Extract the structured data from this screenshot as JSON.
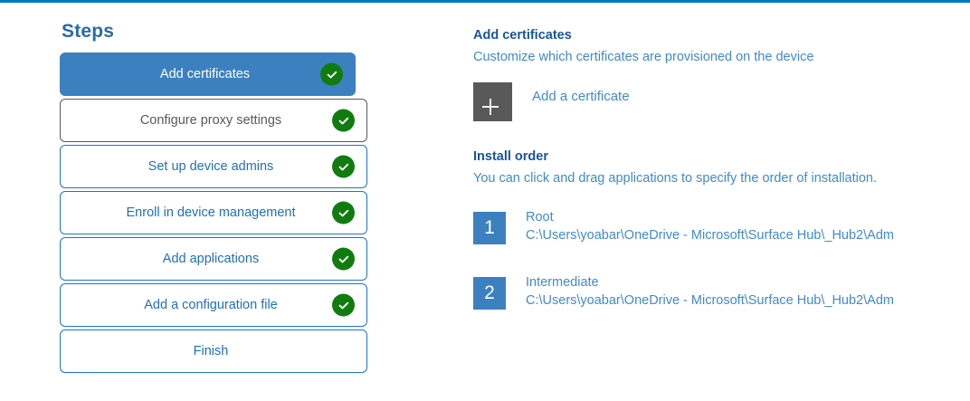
{
  "top_accent_color": "#0078bf",
  "steps": {
    "title": "Steps",
    "items": [
      {
        "label": "Add certificates",
        "state": "active",
        "completed": true,
        "icon": "check-circle-icon"
      },
      {
        "label": "Configure proxy settings",
        "state": "muted",
        "completed": true,
        "icon": "check-circle-icon"
      },
      {
        "label": "Set up device admins",
        "state": "default",
        "completed": true,
        "icon": "check-circle-icon"
      },
      {
        "label": "Enroll in device management",
        "state": "default",
        "completed": true,
        "icon": "check-circle-icon"
      },
      {
        "label": "Add applications",
        "state": "default",
        "completed": true,
        "icon": "check-circle-icon"
      },
      {
        "label": "Add a configuration file",
        "state": "default",
        "completed": true,
        "icon": "check-circle-icon"
      },
      {
        "label": "Finish",
        "state": "default",
        "completed": false,
        "icon": null
      }
    ],
    "colors": {
      "active_background": "#3c80c0",
      "default_border": "#1877c8",
      "muted_border": "#595959",
      "check_background": "#107c10"
    }
  },
  "content": {
    "certificates": {
      "heading": "Add certificates",
      "subtitle": "Customize which certificates are provisioned on the device",
      "add_button_label": "Add a certificate",
      "add_button_icon": "plus-icon",
      "tile_color": "#595959"
    },
    "install_order": {
      "heading": "Install order",
      "subtitle": "You can click and drag applications to specify the order of installation.",
      "items": [
        {
          "order": "1",
          "name": "Root",
          "path": "C:\\Users\\yoabar\\OneDrive - Microsoft\\Surface Hub\\_Hub2\\Adm"
        },
        {
          "order": "2",
          "name": "Intermediate",
          "path": "C:\\Users\\yoabar\\OneDrive - Microsoft\\Surface Hub\\_Hub2\\Adm"
        }
      ],
      "badge_color": "#3c80c0"
    }
  }
}
